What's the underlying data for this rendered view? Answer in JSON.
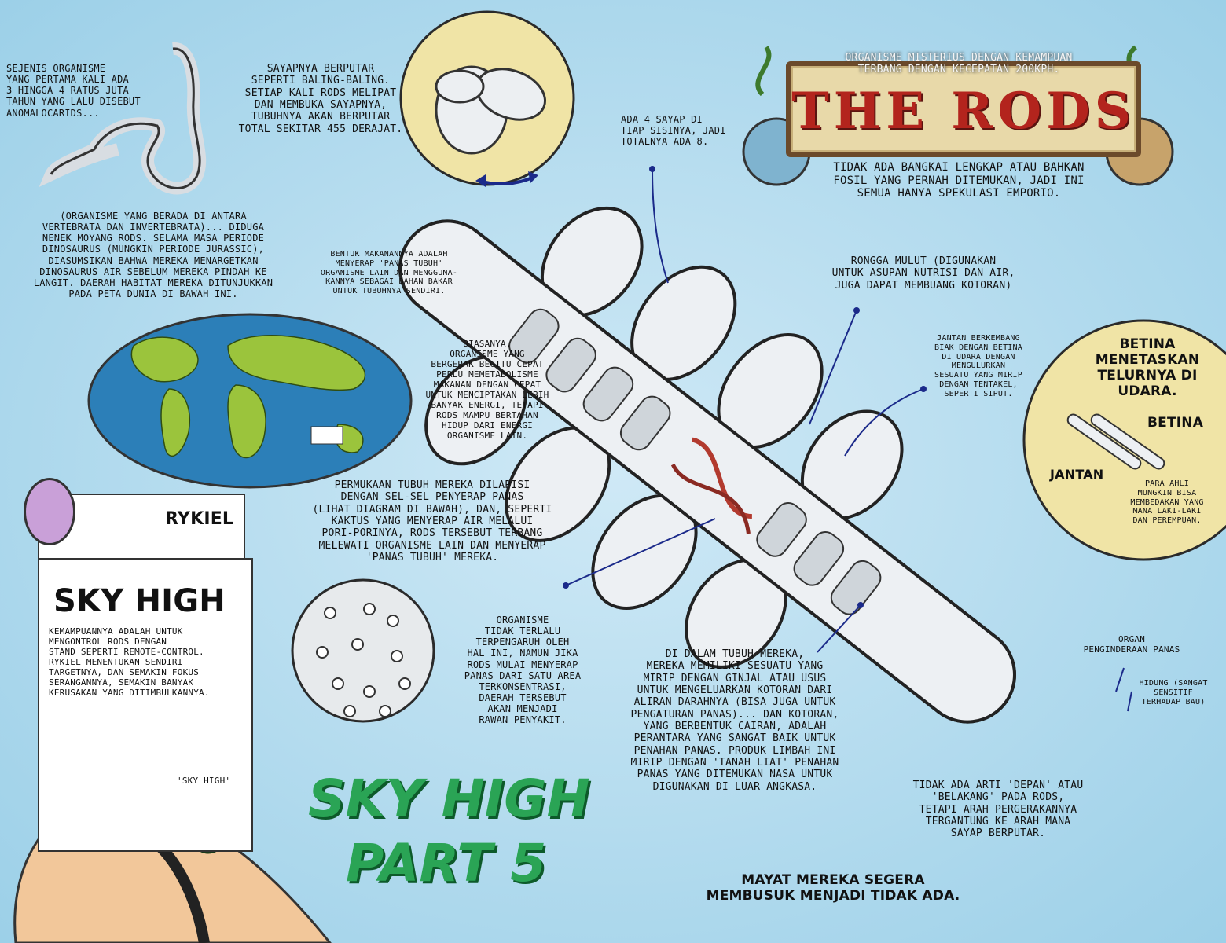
{
  "sign": {
    "subtitle": "ORGANISME MISTERIUS DENGAN KEMAMPUAN\nTERBANG DENGAN KECEPATAN 200KPH.",
    "title": "THE RODS",
    "note": "TIDAK ADA BANGKAI LENGKAP ATAU BAHKAN\nFOSIL YANG PERNAH DITEMUKAN, JADI INI\nSEMUA HANYA SPEKULASI EMPORIO."
  },
  "notes": {
    "anomalocarids": "SEJENIS ORGANISME\nYANG PERTAMA KALI ADA\n3 HINGGA 4 RATUS JUTA\nTAHUN YANG LALU DISEBUT\nANOMALOCARIDS...",
    "wings_rotate": "SAYAPNYA BERPUTAR\nSEPERTI BALING-BALING.\nSETIAP KALI RODS MELIPAT\nDAN MEMBUKA SAYAPNYA,\nTUBUHNYA AKAN BERPUTAR\nTOTAL SEKITAR 455 DERAJAT.",
    "four_wings": "ADA 4 SAYAP DI\nTIAP SISINYA, JADI\nTOTALNYA ADA 8.",
    "ancestor": "(ORGANISME YANG BERADA DI ANTARA\nVERTEBRATA DAN INVERTEBRATA)... DIDUGA\nNENEK MOYANG RODS. SELAMA MASA PERIODE\nDINOSAURUS (MUNGKIN PERIODE JURASSIC),\nDIASUMSIKAN BAHWA MEREKA MENARGETKAN\nDINOSAURUS AIR SEBELUM MEREKA PINDAH KE\nLANGIT. DAERAH HABITAT MEREKA DITUNJUKKAN\nPADA PETA DUNIA DI BAWAH INI.",
    "food": "BENTUK MAKANANNYA ADALAH\nMENYERAP 'PANAS TUBUH'\nORGANISME LAIN DAN MENGGUNA-\nKANNYA SEBAGAI BAHAN BAKAR\nUNTUK TUBUHNYA SENDIRI.",
    "mouth": "RONGGA MULUT (DIGUNAKAN\nUNTUK ASUPAN NUTRISI DAN AIR,\nJUGA DAPAT MEMBUANG KOTORAN)",
    "metabolism": "BIASANYA,\nORGANISME YANG\nBERGERAK BEGITU CEPAT\nPERLU MEMETABOLISME\nMAKANAN DENGAN CEPAT\nUNTUK MENCIPTAKAN LEBIH\nBANYAK ENERGI, TETAPI\nRODS MAMPU BERTAHAN\nHIDUP DARI ENERGI\nORGANISME LAIN.",
    "mating": "JANTAN BERKEMBANG\nBIAK DENGAN BETINA\nDI UDARA DENGAN\nMENGULURKAN\nSESUATU YANG MIRIP\nDENGAN TENTAKEL,\nSEPERTI SIPUT.",
    "surface": "PERMUKAAN TUBUH MEREKA DILAPISI\nDENGAN SEL-SEL PENYERAP PANAS\n(LIHAT DIAGRAM DI BAWAH), DAN, SEPERTI\nKAKTUS YANG MENYERAP AIR MELALUI\nPORI-PORINYA, RODS TERSEBUT TERBANG\nMELEWATI ORGANISME LAIN DAN MENYERAP\n'PANAS TUBUH' MEREKA.",
    "disease": "ORGANISME\nTIDAK TERLALU\nTERPENGARUH OLEH\nHAL INI, NAMUN JIKA\nRODS MULAI MENYERAP\nPANAS DARI SATU AREA\nTERKONSENTRASI,\nDAERAH TERSEBUT\nAKAN MENJADI\nRAWAN PENYAKIT.",
    "inside": "DI DALAM TUBUH MEREKA,\nMEREKA MEMILIKI SESUATU YANG\nMIRIP DENGAN GINJAL ATAU USUS\nUNTUK MENGELUARKAN KOTORAN DARI\nALIRAN DARAHNYA (BISA JUGA UNTUK\nPENGATURAN PANAS)... DAN KOTORAN,\nYANG BERBENTUK CAIRAN, ADALAH\nPERANTARA YANG SANGAT BAIK UNTUK\nPENAHAN PANAS. PRODUK LIMBAH INI\nMIRIP DENGAN 'TANAH LIAT' PENAHAN\nPANAS YANG DITEMUKAN NASA UNTUK\nDIGUNAKAN DI LUAR ANGKASA.",
    "heat_sense": "ORGAN\nPENGINDERAAN PANAS",
    "nose": "HIDUNG (SANGAT\nSENSITIF\nTERHADAP BAU)",
    "direction": "TIDAK ADA ARTI 'DEPAN' ATAU\n'BELAKANG' PADA RODS,\nTETAPI ARAH PERGERAKANNYA\nTERGANTUNG KE ARAH MANA\nSAYAP BERPUTAR.",
    "decay": "MAYAT MEREKA SEGERA\nMEMBUSUK MENJADI TIDAK ADA."
  },
  "female_circle": {
    "heading": "BETINA\nMENETASKAN\nTELURNYA DI\nUDARA.",
    "female_label": "BETINA",
    "male_label": "JANTAN",
    "note": "PARA AHLI\nMUNGKIN BISA\nMEMBEDAKAN YANG\nMANA LAKI-LAKI\nDAN PEREMPUAN."
  },
  "card": {
    "character": "RYKIEL",
    "stand": "SKY HIGH",
    "description": "KEMAMPUANNYA ADALAH UNTUK\nMENGONTROL RODS DENGAN\nSTAND SEPERTI REMOTE-CONTROL.\nRYKIEL MENENTUKAN SENDIRI\nTARGETNYA, DAN SEMAKIN FOKUS\nSERANGANNYA, SEMAKIN BANYAK\nKERUSAKAN YANG DITIMBULKANNYA.",
    "stand_label": "'SKY HIGH'"
  },
  "chapter": {
    "line1": "SKY HIGH",
    "line2": "PART 5"
  },
  "colors": {
    "sky": "#b3dbee",
    "parchment": "#f0e4a6",
    "title_red": "#b3241d",
    "green": "#2aa455",
    "arrow": "#1b2a8a"
  }
}
